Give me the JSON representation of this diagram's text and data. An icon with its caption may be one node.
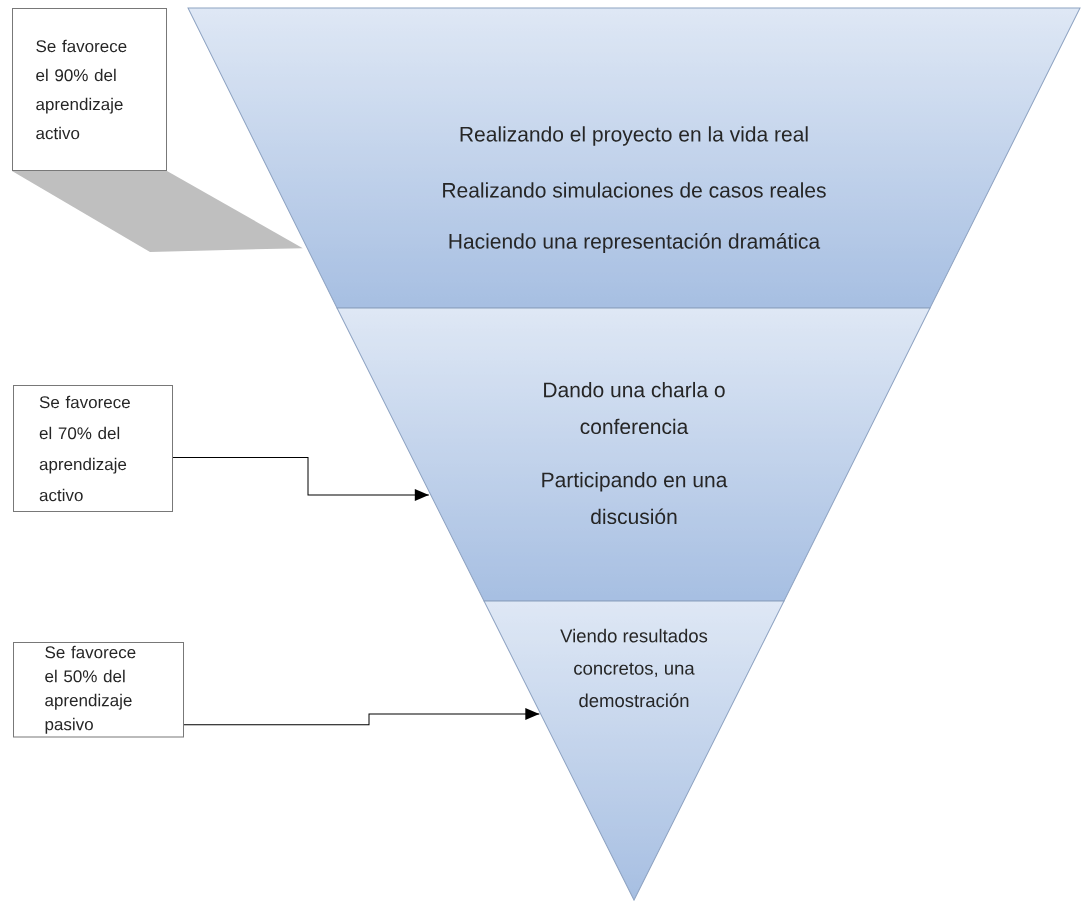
{
  "diagram": {
    "nodes": [
      {
        "text": [
          "Realizando el proyecto en la vida real",
          "Realizando simulaciones de casos reales",
          "Haciendo una representación dramática"
        ]
      },
      {
        "text": [
          "Dando una charla o conferencia",
          "Participando en una discusión"
        ]
      },
      {
        "text": [
          "Viendo resultados concretos, una demostración"
        ]
      },
      {
        "text": [
          "Se favorece el 90% del aprendizaje activo"
        ]
      },
      {
        "text": [
          "Se favorece el 70% del aprendizaje activo"
        ]
      },
      {
        "text": [
          "Se favorece el 50% del aprendizaje pasivo"
        ]
      }
    ],
    "edges": [
      {
        "from": 3,
        "to": 0,
        "arrow": "none",
        "color": "#bfbfbf"
      },
      {
        "from": 4,
        "to": 1,
        "arrow": "to"
      },
      {
        "from": 5,
        "to": 2,
        "arrow": "to"
      }
    ]
  }
}
